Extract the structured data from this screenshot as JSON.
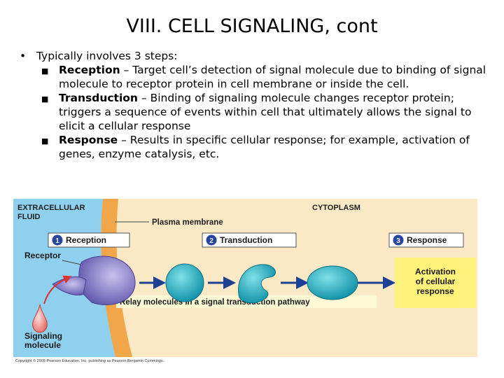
{
  "slide": {
    "title": "VIII. CELL SIGNALING, cont",
    "intro": "Typically involves 3 steps:",
    "steps": [
      {
        "term": "Reception",
        "text": " – Target cell’s detection of signal molecule due to binding of signal molecule to receptor protein in cell membrane or inside the cell."
      },
      {
        "term": "Transduction",
        "text": " – Binding of signaling molecule changes receptor protein; triggers a sequence of events within cell that ultimately allows the signal to elicit a cellular response"
      },
      {
        "term": "Response",
        "text": " – Results in specific cellular response; for example, activation of genes, enzyme catalysis, etc."
      }
    ]
  },
  "figure": {
    "extracellular": [
      "EXTRACELLULAR",
      "FLUID"
    ],
    "cytoplasm": "CYTOPLASM",
    "plasma_membrane": "Plasma membrane",
    "step1_num": "1",
    "step1_label": "Reception",
    "step2_num": "2",
    "step2_label": "Transduction",
    "step3_num": "3",
    "step3_label": "Response",
    "receptor": "Receptor",
    "relay": "Relay molecules in a signal transduction pathway",
    "activation": [
      "Activation",
      "of cellular",
      "response"
    ],
    "signaling": [
      "Signaling",
      "molecule"
    ],
    "copyright": "Copyright © 2005 Pearson Education, Inc. publishing as Pearson Benjamin Cummings."
  },
  "colors": {
    "fluid": "#8fd0ee",
    "membrane": "#f2a64a",
    "cytoplasm": "#fbe9c6",
    "relay_box": "#fdfbd6",
    "response_box": "#fff27a",
    "arrow": "#1d3f94",
    "badge": "#2746a3"
  }
}
